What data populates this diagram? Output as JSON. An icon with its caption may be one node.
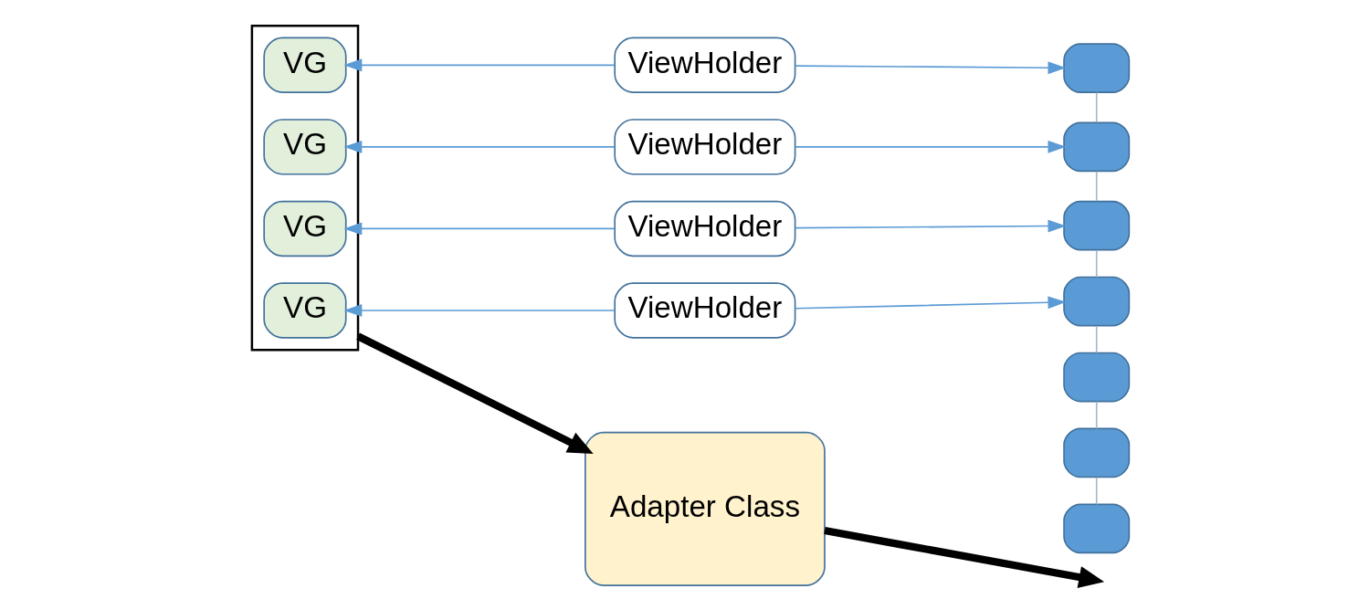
{
  "diagram": {
    "nodes": [
      {
        "text": [],
        "shape": "box"
      },
      {
        "text": [
          "VG"
        ],
        "in": 0
      },
      {
        "text": [
          "VG"
        ],
        "in": 0
      },
      {
        "text": [
          "VG"
        ],
        "in": 0
      },
      {
        "text": [
          "VG"
        ],
        "in": 0
      },
      {
        "text": [
          "ViewHolder"
        ]
      },
      {
        "text": [
          "ViewHolder"
        ]
      },
      {
        "text": [
          "ViewHolder"
        ]
      },
      {
        "text": [
          "ViewHolder"
        ]
      },
      {
        "text": [
          "Adapter Class"
        ]
      },
      {
        "text": [],
        "shape": "box"
      },
      {
        "text": [],
        "shape": "box"
      },
      {
        "text": [],
        "shape": "box"
      },
      {
        "text": [],
        "shape": "box"
      },
      {
        "text": [],
        "shape": "box"
      },
      {
        "text": [],
        "shape": "box"
      },
      {
        "text": [],
        "shape": "box"
      }
    ],
    "edges": [
      {
        "from": 5,
        "to": 1,
        "arrow": "to"
      },
      {
        "from": 6,
        "to": 2,
        "arrow": "to"
      },
      {
        "from": 7,
        "to": 3,
        "arrow": "to"
      },
      {
        "from": 8,
        "to": 4,
        "arrow": "to"
      },
      {
        "from": 5,
        "to": 10,
        "arrow": "to"
      },
      {
        "from": 6,
        "to": 11,
        "arrow": "to"
      },
      {
        "from": 7,
        "to": 12,
        "arrow": "to"
      },
      {
        "from": 8,
        "to": 13,
        "arrow": "to"
      },
      {
        "from": 0,
        "to": 9,
        "arrow": "to",
        "style": "thick",
        "color": "#000000"
      },
      {
        "from": 9,
        "to": null,
        "arrow": "to",
        "style": "thick",
        "color": "#000000"
      },
      {
        "from": 10,
        "to": 11,
        "arrow": "none",
        "color": "#a6b8cc"
      },
      {
        "from": 11,
        "to": 12,
        "arrow": "none",
        "color": "#a6b8cc"
      },
      {
        "from": 12,
        "to": 13,
        "arrow": "none",
        "color": "#a6b8cc"
      },
      {
        "from": 13,
        "to": 14,
        "arrow": "none",
        "color": "#a6b8cc"
      },
      {
        "from": 14,
        "to": 15,
        "arrow": "none",
        "color": "#a6b8cc"
      },
      {
        "from": 15,
        "to": 16,
        "arrow": "none",
        "color": "#a6b8cc"
      }
    ]
  }
}
